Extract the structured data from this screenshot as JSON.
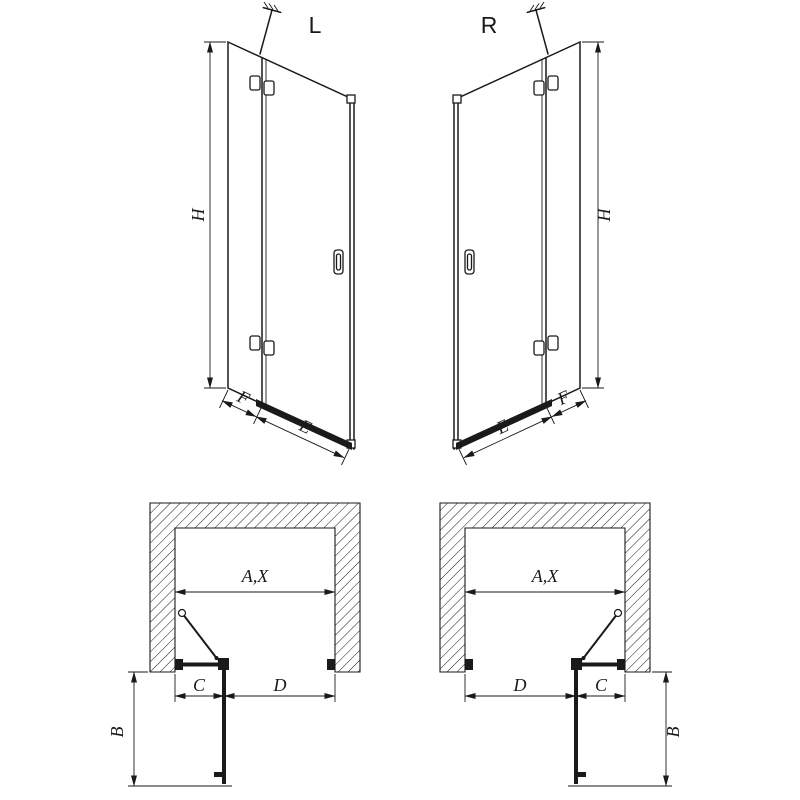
{
  "colors": {
    "line": "#1a1a1a",
    "background": "#ffffff"
  },
  "elevation_left": {
    "variant": "L",
    "height": "H",
    "fixed_width": "F",
    "entry_width": "E"
  },
  "elevation_right": {
    "variant": "R",
    "height": "H",
    "fixed_width": "F",
    "entry_width": "E"
  },
  "plan_left": {
    "niche_width": "A,X",
    "fixed_section": "C",
    "door_section": "D",
    "projection": "B"
  },
  "plan_right": {
    "niche_width": "A,X",
    "door_section": "D",
    "fixed_section": "C",
    "projection": "B"
  }
}
